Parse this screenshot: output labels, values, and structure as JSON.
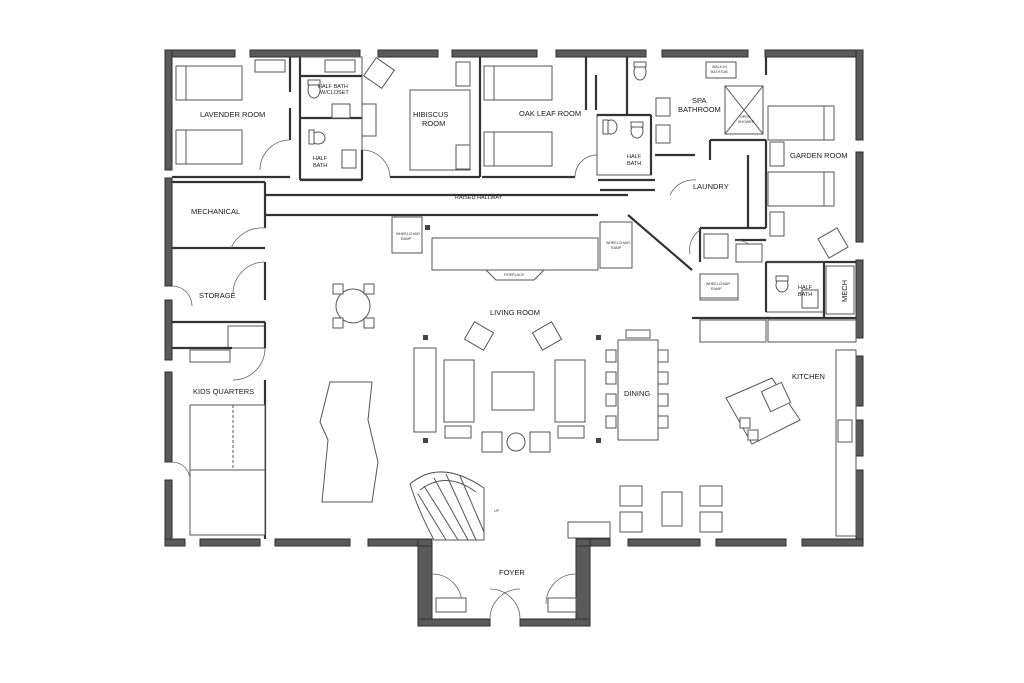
{
  "rooms": {
    "lavender": "LAVENDER ROOM",
    "halfbath_wc_line1": "HALF BATH",
    "halfbath_wc_line2": "W/CLOSET",
    "halfbath_left_line1": "HALF",
    "halfbath_left_line2": "BATH",
    "hibiscus_line1": "HIBISCUS",
    "hibiscus_line2": "ROOM",
    "oakleaf": "OAK LEAF ROOM",
    "spa_line1": "SPA",
    "spa_line2": "BATHROOM",
    "halfbath_spa_line1": "HALF",
    "halfbath_spa_line2": "BATH",
    "garden": "GARDEN ROOM",
    "laundry": "LAUNDRY",
    "raised_hallway": "RAISED HALLWAY",
    "mechanical": "MECHANICAL",
    "storage": "STORAGE",
    "living": "LIVING ROOM",
    "kids": "KIDS QUARTERS",
    "dining": "DINING",
    "kitchen": "KITCHEN",
    "halfbath_mech_line1": "HALF",
    "halfbath_mech_line2": "BATH",
    "mech": "MECH",
    "foyer": "FOYER"
  },
  "fixtures": {
    "wheelchair_ramp_line1": "WHEELCHAIR",
    "wheelchair_ramp_line2": "RAMP",
    "fireplace": "FIREPLACE",
    "bathtub_line1": "WALK-IN",
    "bathtub_line2": "BATHTUB",
    "shower_line1": "OPEN",
    "shower_line2": "SHOWER",
    "stair_up": "UP"
  },
  "colors": {
    "wall": "#5a5a5a",
    "line": "#333333",
    "background": "#ffffff"
  }
}
